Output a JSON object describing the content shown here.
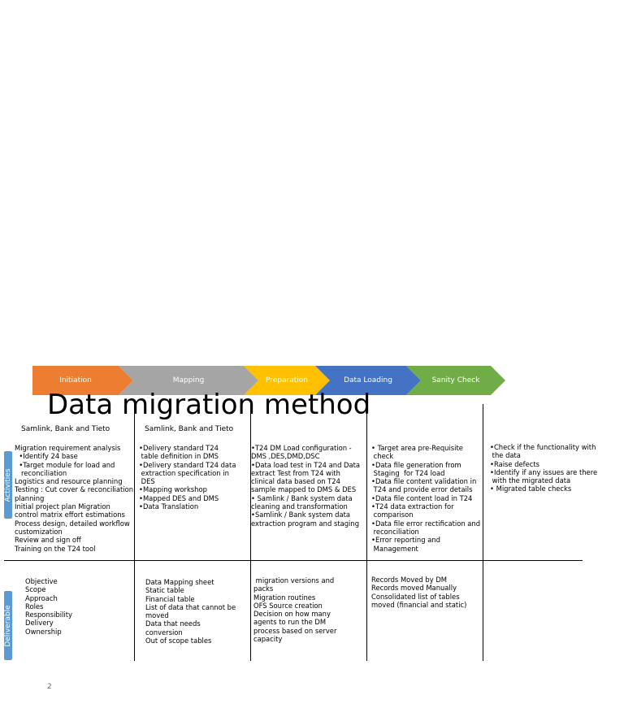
{
  "phases": [
    {
      "label": "Initiation",
      "color": "#ed7d31"
    },
    {
      "label": "Mapping",
      "color": "#a5a5a5"
    },
    {
      "label": "Preparation",
      "color": "#ffc000"
    },
    {
      "label": "Data Loading",
      "color": "#4472c4"
    },
    {
      "label": "Sanity Check",
      "color": "#70ad47"
    }
  ],
  "title": "Data migration method",
  "owners": [
    "Samlink, Bank and Tieto",
    "Samlink, Bank and Tieto"
  ],
  "sidebars": {
    "activities": "Activities",
    "deliverable": "Deliverable"
  },
  "activities": [
    [
      "Migration requirement analysis",
      "  •Identify 24 base",
      "  •Target module for load and",
      "   reconciliation",
      "Logistics and resource planning",
      "Testing : Cut cover & reconciliation",
      "planning",
      "Initial project plan Migration",
      "control matrix effort estimations",
      "Process design, detailed workflow",
      "customization",
      "Review and sign off",
      "Training on the T24 tool"
    ],
    [
      "•Delivery standard T24",
      " table definition in DMS",
      "•Delivery standard T24 data",
      " extraction specification in",
      " DES",
      "•Mapping workshop",
      "•Mapped DES and DMS",
      "•Data Translation"
    ],
    [
      "•T24 DM Load configuration -",
      "DMS ,DES,DMD,DSC",
      "•Data load test in T24 and Data",
      "extract Test from T24 with",
      "clinical data based on T24",
      "sample mapped to DMS & DES",
      "• Samlink / Bank system data",
      "cleaning and transformation",
      "•Samlink / Bank system data",
      "extraction program and staging"
    ],
    [
      "• Target area pre-Requisite",
      " check",
      "•Data file generation from",
      " Staging  for T24 load",
      "•Data file content validation in",
      " T24 and provide error details",
      "•Data file content load in T24",
      "•T24 data extraction for",
      " comparison",
      "•Data file error rectification and",
      " reconciliation",
      "•Error reporting and",
      " Management"
    ],
    [
      "•Check if the functionality with",
      " the data",
      "•Raise defects",
      "•Identify if any issues are there",
      " with the migrated data",
      "• Migrated table checks"
    ]
  ],
  "deliverables": [
    [
      "Objective",
      "Scope",
      "Approach",
      "Roles",
      "Responsibility",
      "Delivery",
      "Ownership"
    ],
    [
      "Data Mapping sheet",
      "Static table",
      "Financial table",
      "List of data that cannot be",
      "moved",
      "Data that needs",
      "conversion",
      "Out of scope tables"
    ],
    [
      " migration versions and",
      "packs",
      "Migration routines",
      "OFS Source creation",
      "Decision on how many",
      "agents to run the DM",
      "process based on server",
      "capacity"
    ],
    [
      "Records Moved by DM",
      "Records moved Manually",
      "Consolidated list of tables",
      "moved (financial and static)"
    ]
  ],
  "page_number": "2"
}
